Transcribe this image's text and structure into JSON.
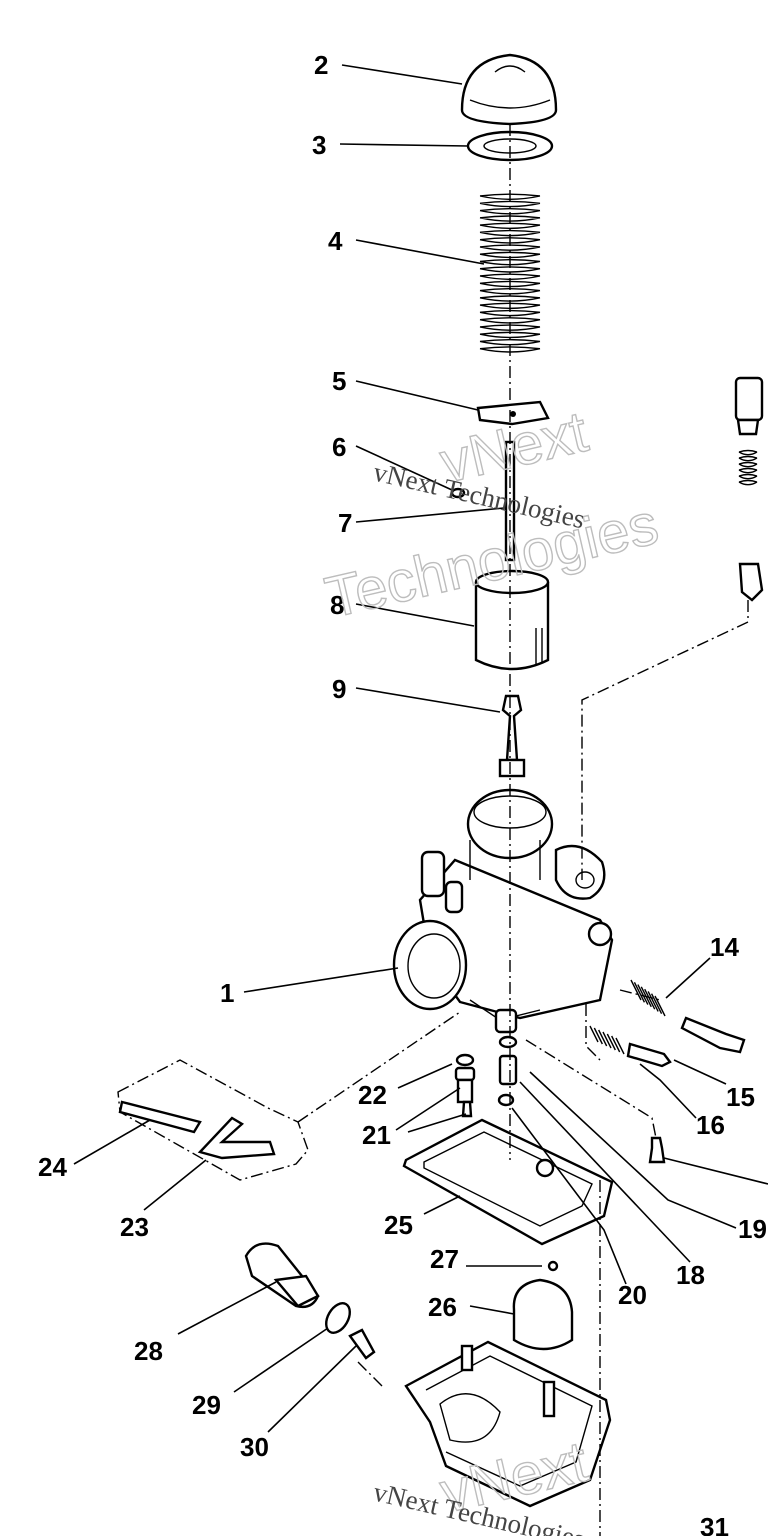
{
  "labels": [
    "1",
    "2",
    "3",
    "4",
    "5",
    "6",
    "7",
    "8",
    "9",
    "14",
    "15",
    "16",
    "19",
    "18",
    "20",
    "21",
    "22",
    "23",
    "24",
    "25",
    "26",
    "27",
    "28",
    "29",
    "30",
    "31"
  ],
  "watermark": {
    "brand_top": "vNext",
    "brand_bottom": "Technologies",
    "serif_line": "vNext Technologies"
  }
}
